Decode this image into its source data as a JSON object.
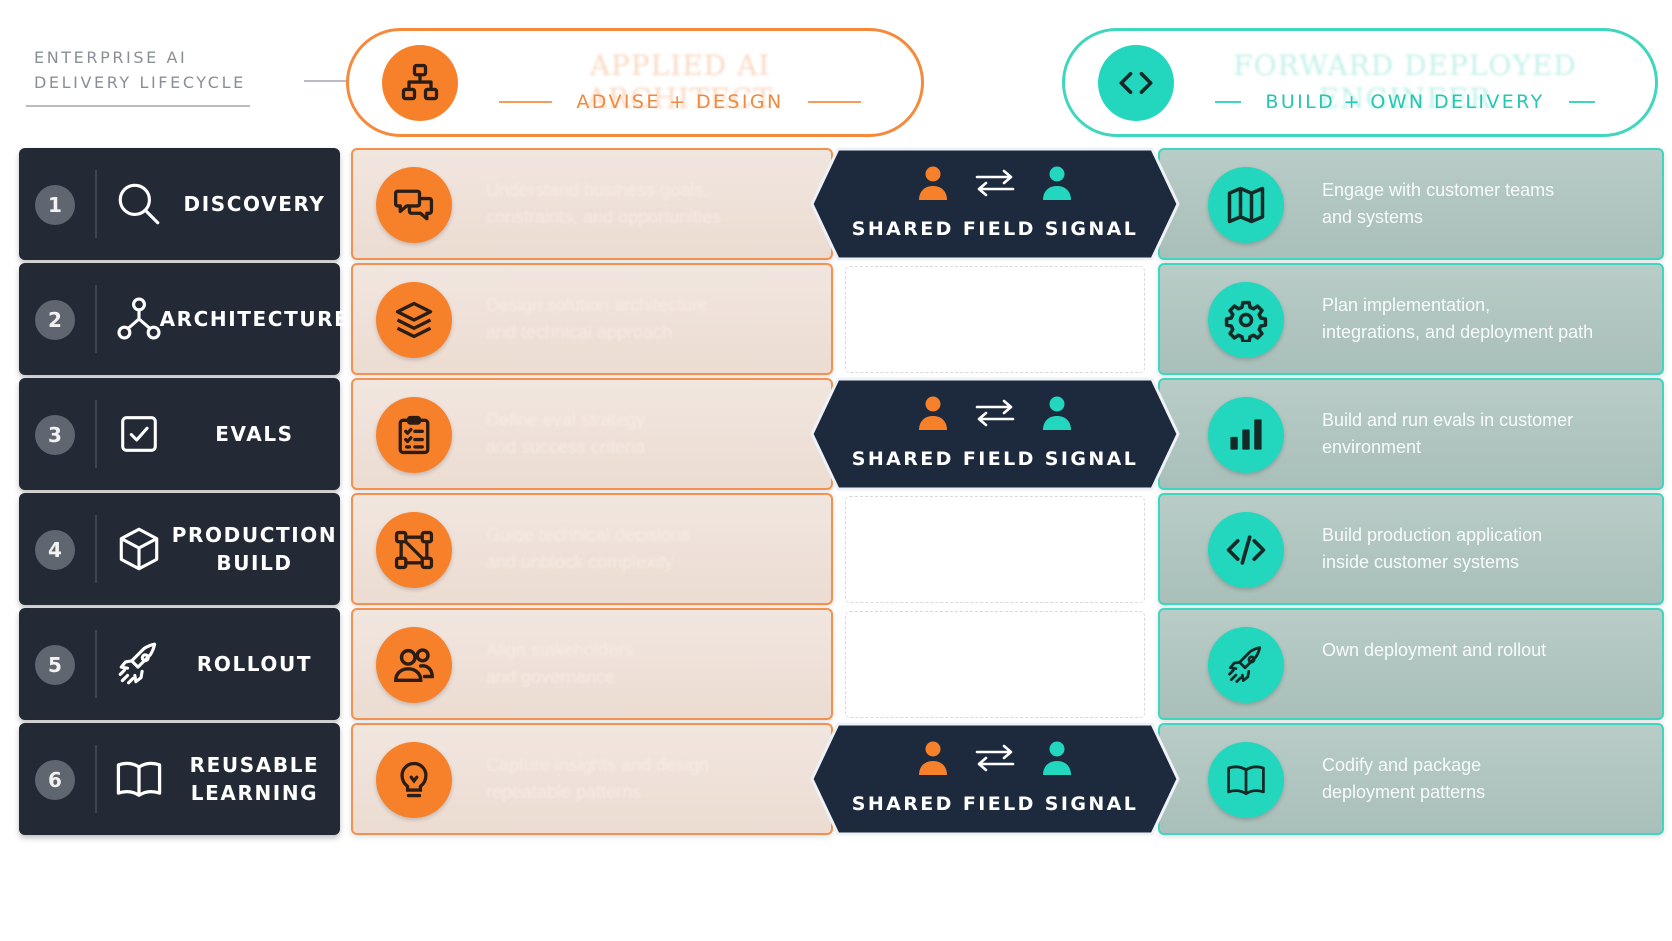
{
  "brand": {
    "line1": "ENTERPRISE AI",
    "line2": "DELIVERY LIFECYCLE"
  },
  "headers": {
    "architect": {
      "title": "APPLIED AI ARCHITECT",
      "subtitle": "ADVISE + DESIGN",
      "icon": "hierarchy-icon"
    },
    "engineer": {
      "title": "FORWARD DEPLOYED ENGINEER",
      "subtitle": "BUILD + OWN DELIVERY",
      "icon": "code-icon"
    }
  },
  "shared_label": "SHARED FIELD SIGNAL",
  "colors": {
    "orange": "#f7812a",
    "teal": "#22d7bd",
    "navy": "#1d2a3e",
    "step_bg": "#232a35"
  },
  "rows": [
    {
      "num": "1",
      "stage": "DISCOVERY",
      "stage_icon": "search-icon",
      "architect": "Understand business goals,\nconstraints, and opportunities",
      "architect_icon": "chat-bubbles-icon",
      "shared": true,
      "engineer": "Engage with customer teams\nand systems",
      "engineer_icon": "map-icon"
    },
    {
      "num": "2",
      "stage": "ARCHITECTURE",
      "stage_icon": "network-icon",
      "architect": "Design solution architecture\nand technical approach",
      "architect_icon": "layers-icon",
      "shared": false,
      "engineer": "Plan implementation,\nintegrations, and deployment path",
      "engineer_icon": "gear-icon"
    },
    {
      "num": "3",
      "stage": "EVALS",
      "stage_icon": "checkbox-icon",
      "architect": "Define eval strategy\nand success criteria",
      "architect_icon": "clipboard-checklist-icon",
      "shared": true,
      "engineer": "Build and run evals in customer\nenvironment",
      "engineer_icon": "bar-chart-icon"
    },
    {
      "num": "4",
      "stage": "PRODUCTION\nBUILD",
      "stage_icon": "cube-icon",
      "architect": "Guide technical decisions\nand unblock complexity",
      "architect_icon": "nodes-icon",
      "shared": false,
      "engineer": "Build production application\ninside customer systems",
      "engineer_icon": "code-icon"
    },
    {
      "num": "5",
      "stage": "ROLLOUT",
      "stage_icon": "rocket-icon",
      "architect": "Align stakeholders\nand governance",
      "architect_icon": "people-icon",
      "shared": false,
      "engineer": "Own deployment and rollout",
      "engineer_icon": "rocket-icon"
    },
    {
      "num": "6",
      "stage": "REUSABLE\nLEARNING",
      "stage_icon": "book-icon",
      "architect": "Capture insights and design\nrepeatable patterns",
      "architect_icon": "lightbulb-icon",
      "shared": true,
      "engineer": "Codify and package\ndeployment patterns",
      "engineer_icon": "book-icon"
    }
  ]
}
